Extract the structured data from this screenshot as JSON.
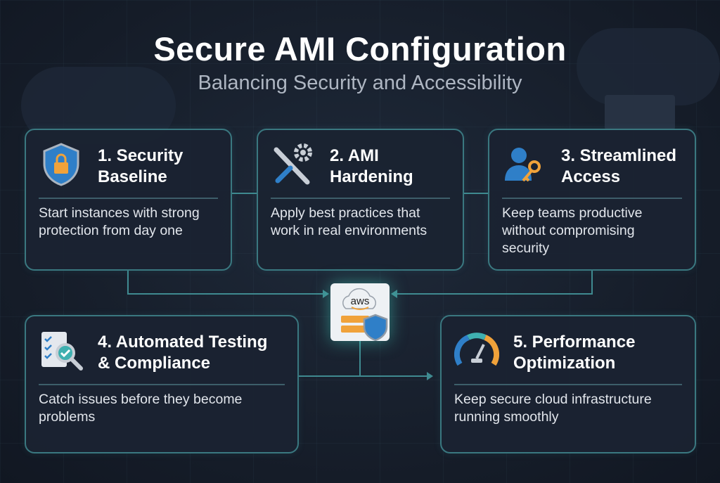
{
  "header": {
    "title": "Secure AMI Configuration",
    "subtitle": "Balancing Security and Accessibility"
  },
  "center": {
    "logo_text": "aws"
  },
  "cards": [
    {
      "title_line1": "1. Security",
      "title_line2": "Baseline",
      "description": "Start instances with strong protection from day one",
      "icon": "shield-lock-icon"
    },
    {
      "title_line1": "2. AMI",
      "title_line2": "Hardening",
      "description": "Apply best practices that work in real environments",
      "icon": "wrench-gear-icon"
    },
    {
      "title_line1": "3. Streamlined",
      "title_line2": "Access",
      "description": "Keep teams productive without compromising security",
      "icon": "user-key-icon"
    },
    {
      "title_line1": "4. Automated Testing",
      "title_line2": "& Compliance",
      "description": "Catch issues before they become problems",
      "icon": "checklist-magnifier-icon"
    },
    {
      "title_line1": "5. Performance",
      "title_line2": "Optimization",
      "description": "Keep secure cloud infrastructure running smoothly",
      "icon": "speedometer-icon"
    }
  ],
  "colors": {
    "accent": "#3a7880",
    "orange": "#f0a23a",
    "blue": "#2f7fc8"
  }
}
